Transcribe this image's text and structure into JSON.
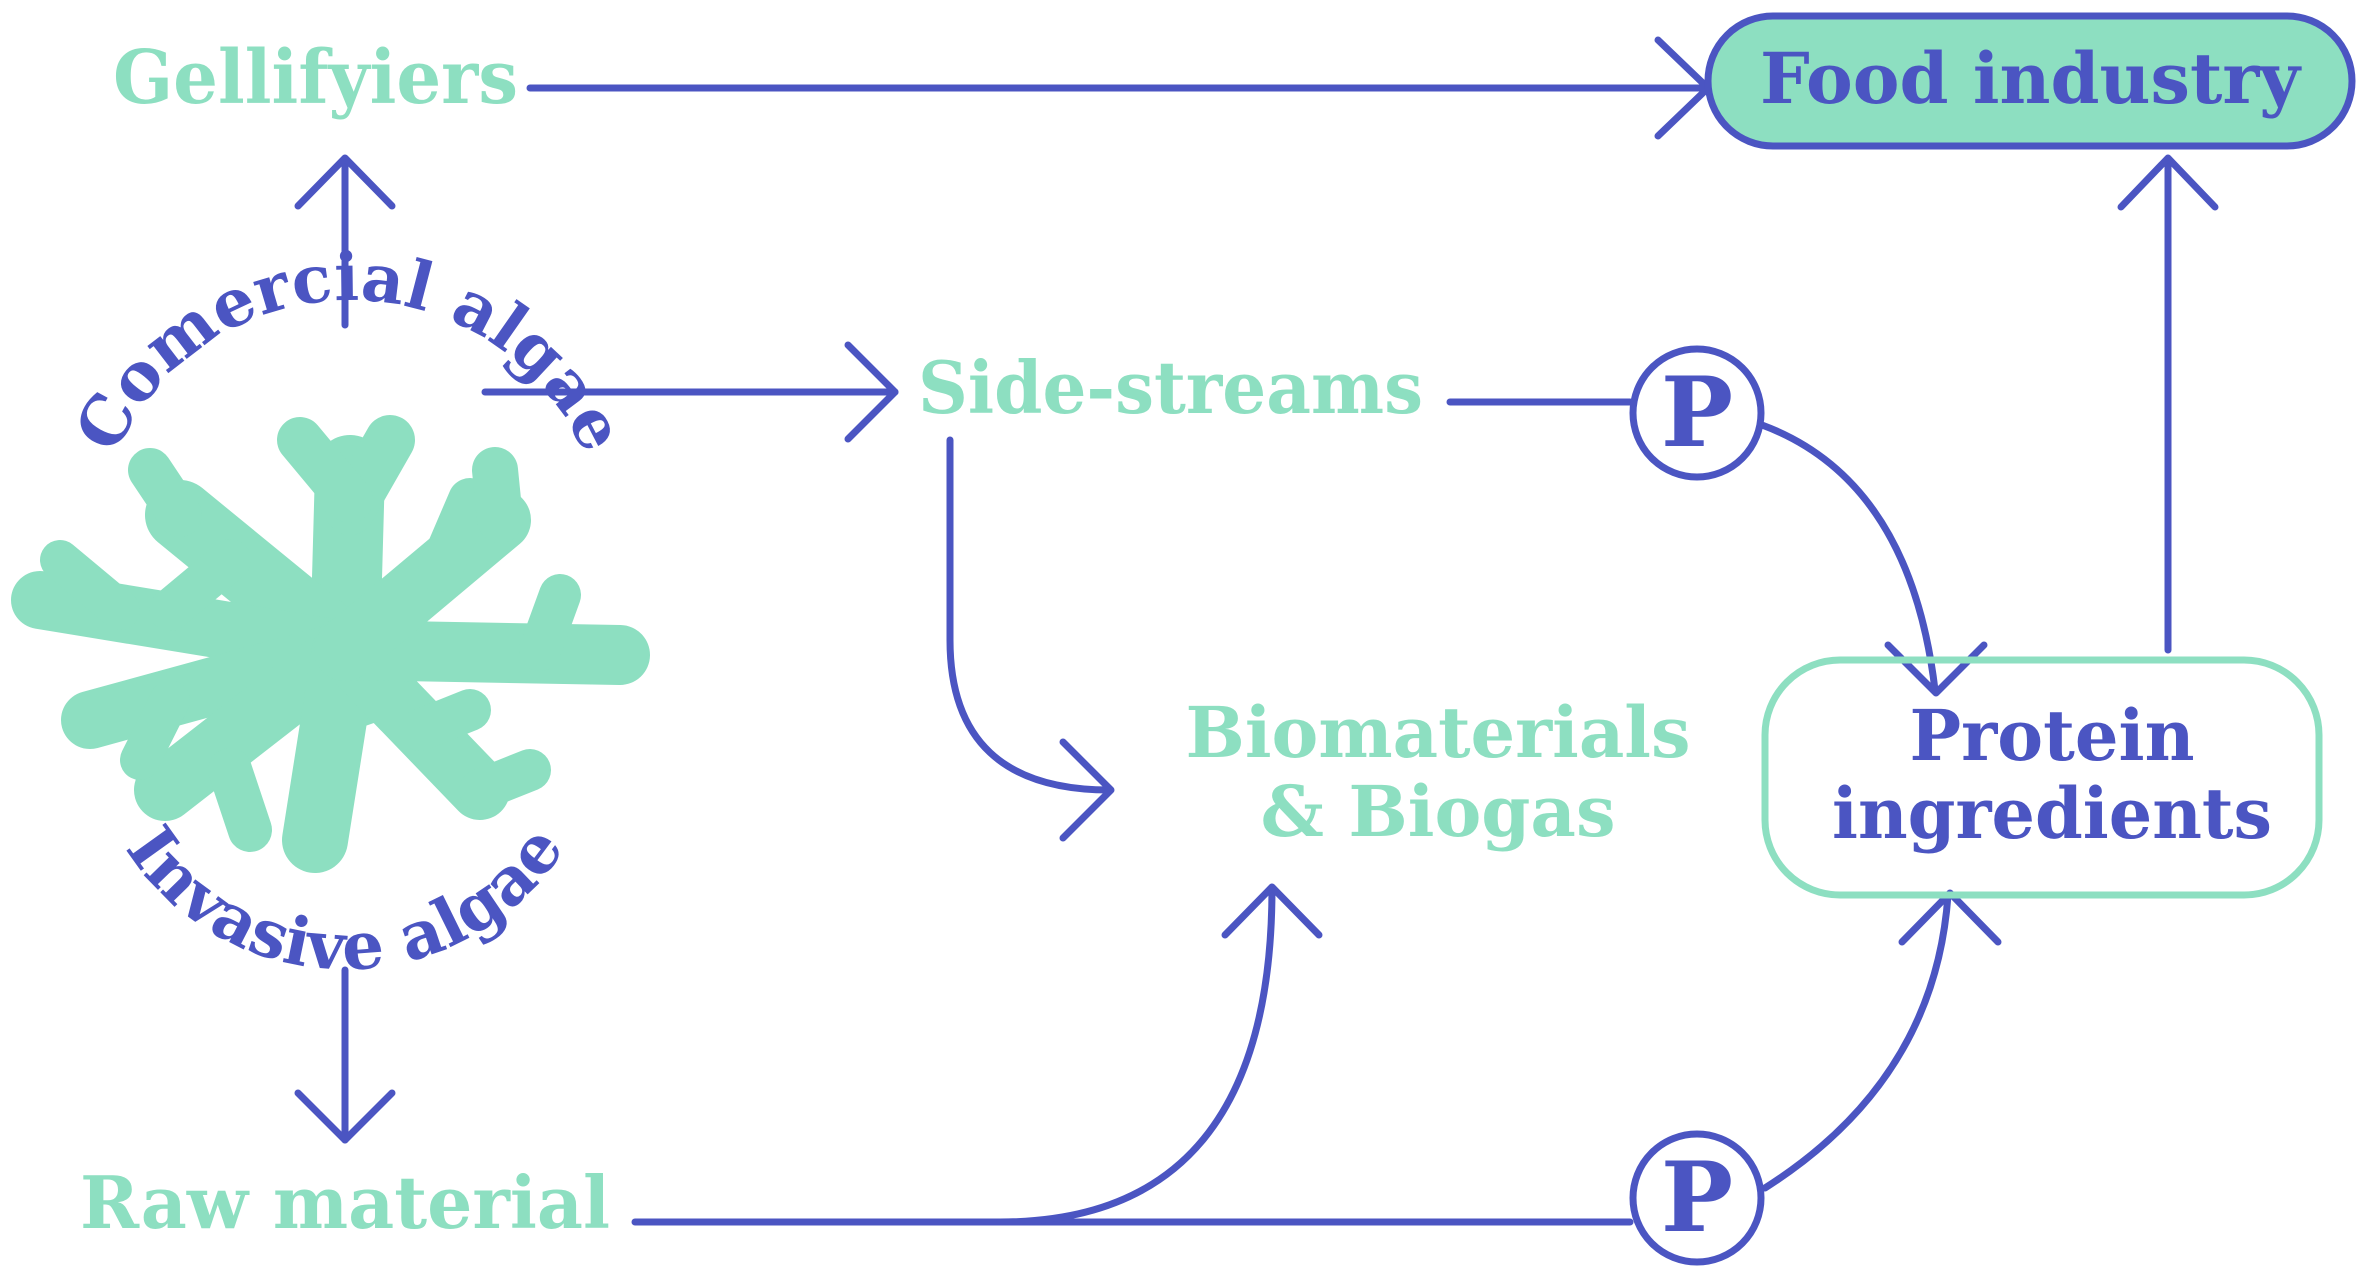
{
  "colors": {
    "accent_blue": "#4b55c2",
    "accent_green": "#8ddfc1",
    "background": "#ffffff"
  },
  "nodes": {
    "gellifyiers": "Gellifyiers",
    "food_industry": "Food industry",
    "side_streams": "Side-streams",
    "biomaterials_line1": "Biomaterials",
    "biomaterials_line2": "& Biogas",
    "protein_line1": "Protein",
    "protein_line2": "ingredients",
    "raw_material": "Raw material"
  },
  "algae_badge": {
    "top_text": "Comercial algae",
    "bottom_text": "Invasive algae",
    "icon": "seaweed-icon"
  },
  "process_marker": {
    "label": "P",
    "icon": "process-circle-icon"
  }
}
